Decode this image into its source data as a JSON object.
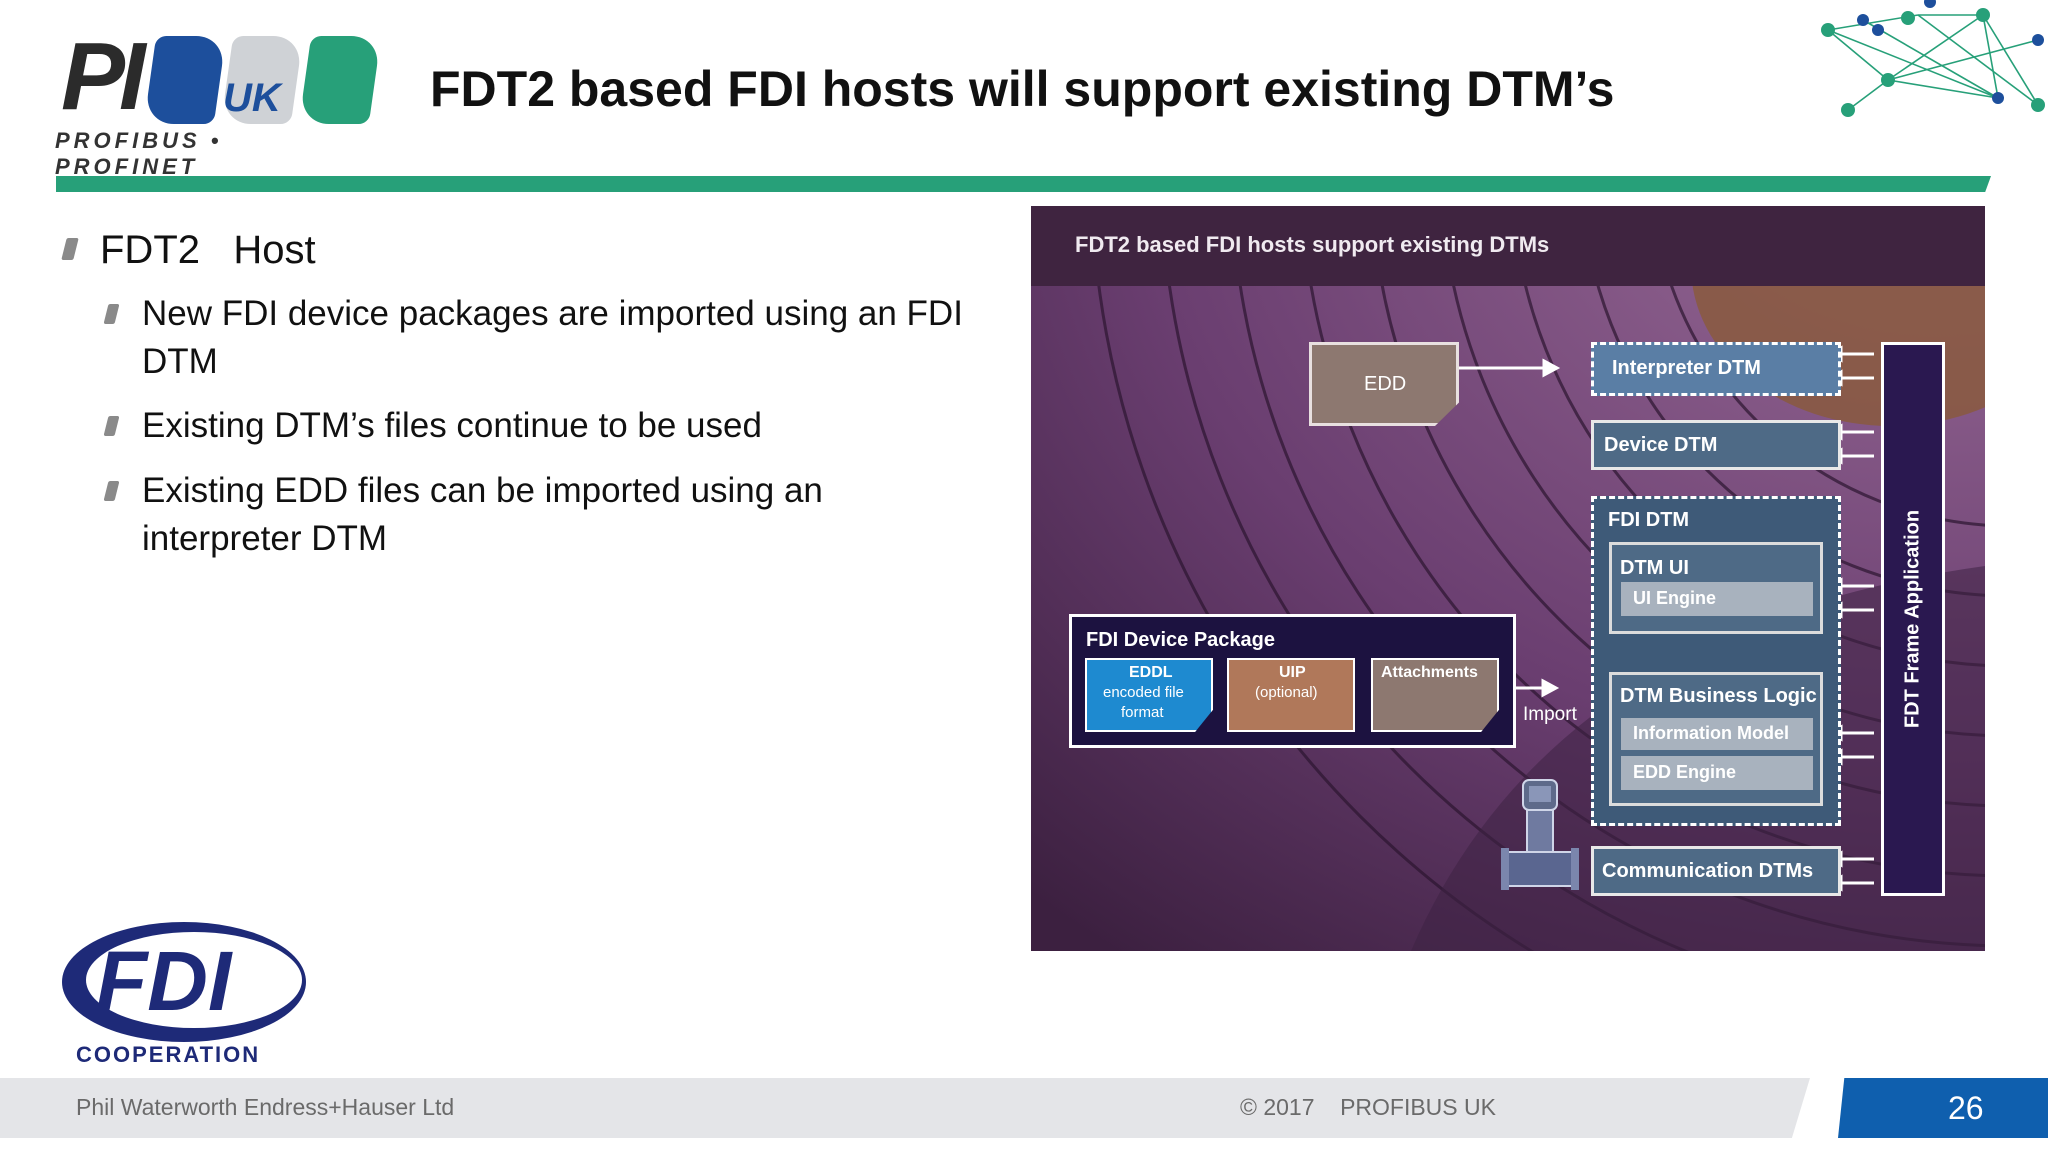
{
  "header": {
    "logo_pi": "PI",
    "logo_uk": "UK",
    "logo_subtitle": "PROFIBUS • PROFINET",
    "title": "FDT2 based FDI hosts will support existing DTM’s"
  },
  "content": {
    "bullet_main": "FDT2   Host",
    "sub_bullets": [
      "New FDI device packages are imported using an FDI DTM",
      "Existing DTM’s files continue to be used",
      "Existing EDD files can be imported using an interpreter DTM"
    ]
  },
  "diagram": {
    "title": "FDT2 based FDI hosts support existing DTMs",
    "edd": "EDD",
    "interpreter_dtm": "Interpreter DTM",
    "device_dtm": "Device DTM",
    "fdi_dtm": "FDI DTM",
    "dtm_ui": "DTM UI",
    "ui_engine": "UI Engine",
    "dtm_business_logic": "DTM Business Logic",
    "information_model": "Information Model",
    "edd_engine": "EDD Engine",
    "communication_dtms": "Communication DTMs",
    "fdt_frame_application": "FDT Frame Application",
    "fdi_device_package": "FDI Device Package",
    "eddl_line1": "EDDL",
    "eddl_line2": "encoded file",
    "eddl_line3": "format",
    "uip_line1": "UIP",
    "uip_line2": "(optional)",
    "attachments": "Attachments",
    "import": "Import"
  },
  "footer": {
    "fdi_logo": "FDI",
    "fdi_logo_sub": "COOPERATION",
    "author": "Phil Waterworth Endress+Hauser Ltd",
    "copyright": "© 2017    PROFIBUS UK",
    "page_number": "26"
  },
  "colors": {
    "accent_green": "#27a079",
    "brand_blue": "#1d4f9c",
    "page_number_blue": "#0f5fae",
    "diagram_purple": "#6a3e70",
    "diagram_box_slate": "#4e6a86"
  }
}
